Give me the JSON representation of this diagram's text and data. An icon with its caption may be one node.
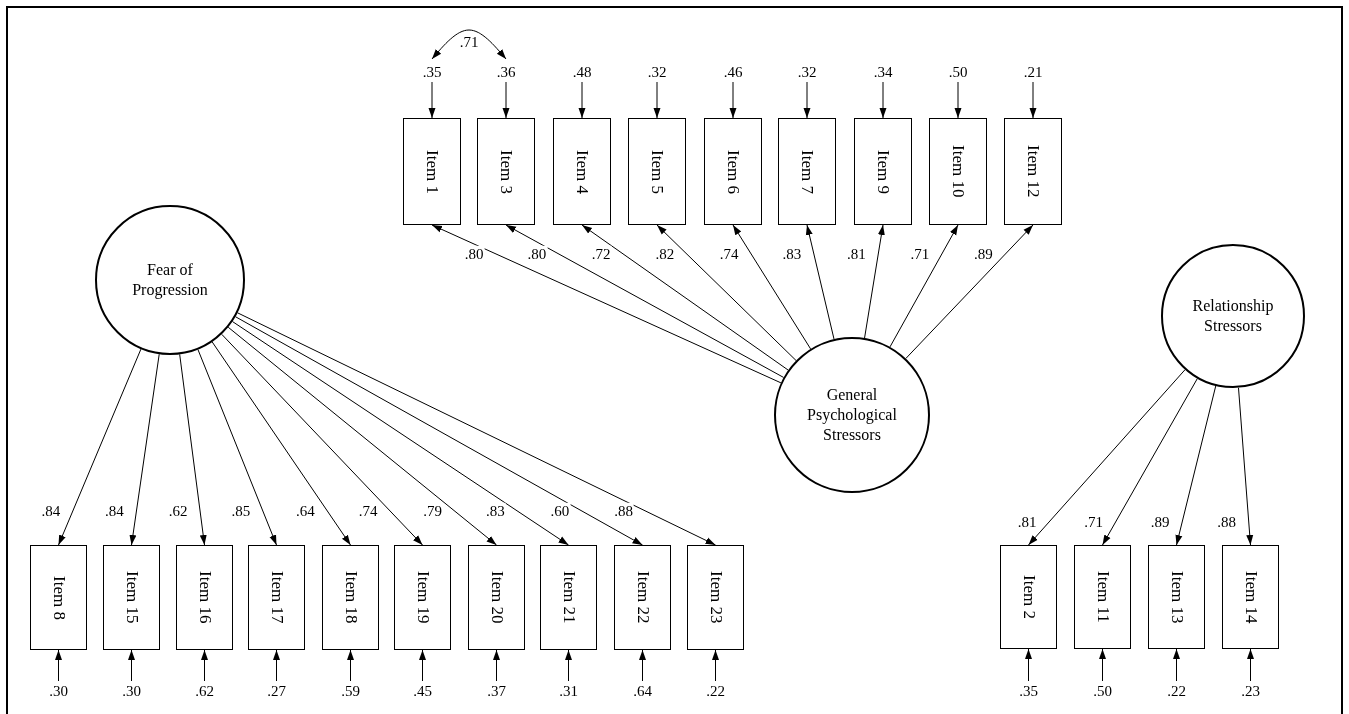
{
  "diagram": {
    "nodes": [
      {
        "text": [
          "Fear of Progression"
        ]
      },
      {
        "text": [
          "General Psychological Stressors"
        ]
      },
      {
        "text": [
          "Relationship Stressors"
        ]
      },
      {
        "text": [
          "Item 1"
        ]
      },
      {
        "text": [
          "Item 3"
        ]
      },
      {
        "text": [
          "Item 4"
        ]
      },
      {
        "text": [
          "Item 5"
        ]
      },
      {
        "text": [
          "Item 6"
        ]
      },
      {
        "text": [
          "Item 7"
        ]
      },
      {
        "text": [
          "Item 9"
        ]
      },
      {
        "text": [
          "Item 10"
        ]
      },
      {
        "text": [
          "Item 12"
        ]
      },
      {
        "text": [
          "Item 8"
        ]
      },
      {
        "text": [
          "Item 15"
        ]
      },
      {
        "text": [
          "Item 16"
        ]
      },
      {
        "text": [
          "Item 17"
        ]
      },
      {
        "text": [
          "Item 18"
        ]
      },
      {
        "text": [
          "Item 19"
        ]
      },
      {
        "text": [
          "Item 20"
        ]
      },
      {
        "text": [
          "Item 21"
        ]
      },
      {
        "text": [
          "Item 22"
        ]
      },
      {
        "text": [
          "Item 23"
        ]
      },
      {
        "text": [
          "Item 2"
        ]
      },
      {
        "text": [
          "Item 11"
        ]
      },
      {
        "text": [
          "Item 13"
        ]
      },
      {
        "text": [
          "Item 14"
        ]
      },
      {
        "text": [
          ".35"
        ]
      },
      {
        "text": [
          ".36"
        ]
      },
      {
        "text": [
          ".48"
        ]
      },
      {
        "text": [
          ".32"
        ]
      },
      {
        "text": [
          ".46"
        ]
      },
      {
        "text": [
          ".32"
        ]
      },
      {
        "text": [
          ".34"
        ]
      },
      {
        "text": [
          ".50"
        ]
      },
      {
        "text": [
          ".21"
        ]
      },
      {
        "text": [
          ".30"
        ]
      },
      {
        "text": [
          ".30"
        ]
      },
      {
        "text": [
          ".62"
        ]
      },
      {
        "text": [
          ".27"
        ]
      },
      {
        "text": [
          ".59"
        ]
      },
      {
        "text": [
          ".45"
        ]
      },
      {
        "text": [
          ".37"
        ]
      },
      {
        "text": [
          ".31"
        ]
      },
      {
        "text": [
          ".64"
        ]
      },
      {
        "text": [
          ".22"
        ]
      },
      {
        "text": [
          ".35"
        ]
      },
      {
        "text": [
          ".50"
        ]
      },
      {
        "text": [
          ".22"
        ]
      },
      {
        "text": [
          ".23"
        ]
      }
    ],
    "edges": [
      {
        "from": 1,
        "to": 3,
        "arrow": "to",
        "label": ".80"
      },
      {
        "from": 1,
        "to": 4,
        "arrow": "to",
        "label": ".80"
      },
      {
        "from": 1,
        "to": 5,
        "arrow": "to",
        "label": ".72"
      },
      {
        "from": 1,
        "to": 6,
        "arrow": "to",
        "label": ".82"
      },
      {
        "from": 1,
        "to": 7,
        "arrow": "to",
        "label": ".74"
      },
      {
        "from": 1,
        "to": 8,
        "arrow": "to",
        "label": ".83"
      },
      {
        "from": 1,
        "to": 9,
        "arrow": "to",
        "label": ".81"
      },
      {
        "from": 1,
        "to": 10,
        "arrow": "to",
        "label": ".71"
      },
      {
        "from": 1,
        "to": 11,
        "arrow": "to",
        "label": ".89"
      },
      {
        "from": 0,
        "to": 12,
        "arrow": "to",
        "label": ".84"
      },
      {
        "from": 0,
        "to": 13,
        "arrow": "to",
        "label": ".84"
      },
      {
        "from": 0,
        "to": 14,
        "arrow": "to",
        "label": ".62"
      },
      {
        "from": 0,
        "to": 15,
        "arrow": "to",
        "label": ".85"
      },
      {
        "from": 0,
        "to": 16,
        "arrow": "to",
        "label": ".64"
      },
      {
        "from": 0,
        "to": 17,
        "arrow": "to",
        "label": ".74"
      },
      {
        "from": 0,
        "to": 18,
        "arrow": "to",
        "label": ".79"
      },
      {
        "from": 0,
        "to": 19,
        "arrow": "to",
        "label": ".83"
      },
      {
        "from": 0,
        "to": 20,
        "arrow": "to",
        "label": ".60"
      },
      {
        "from": 0,
        "to": 21,
        "arrow": "to",
        "label": ".88"
      },
      {
        "from": 2,
        "to": 22,
        "arrow": "to",
        "label": ".81"
      },
      {
        "from": 2,
        "to": 23,
        "arrow": "to",
        "label": ".71"
      },
      {
        "from": 2,
        "to": 24,
        "arrow": "to",
        "label": ".89"
      },
      {
        "from": 2,
        "to": 25,
        "arrow": "to",
        "label": ".88"
      },
      {
        "from": 26,
        "to": 3,
        "arrow": "to"
      },
      {
        "from": 27,
        "to": 4,
        "arrow": "to"
      },
      {
        "from": 28,
        "to": 5,
        "arrow": "to"
      },
      {
        "from": 29,
        "to": 6,
        "arrow": "to"
      },
      {
        "from": 30,
        "to": 7,
        "arrow": "to"
      },
      {
        "from": 31,
        "to": 8,
        "arrow": "to"
      },
      {
        "from": 32,
        "to": 9,
        "arrow": "to"
      },
      {
        "from": 33,
        "to": 10,
        "arrow": "to"
      },
      {
        "from": 34,
        "to": 11,
        "arrow": "to"
      },
      {
        "from": 35,
        "to": 12,
        "arrow": "to"
      },
      {
        "from": 36,
        "to": 13,
        "arrow": "to"
      },
      {
        "from": 37,
        "to": 14,
        "arrow": "to"
      },
      {
        "from": 38,
        "to": 15,
        "arrow": "to"
      },
      {
        "from": 39,
        "to": 16,
        "arrow": "to"
      },
      {
        "from": 40,
        "to": 17,
        "arrow": "to"
      },
      {
        "from": 41,
        "to": 18,
        "arrow": "to"
      },
      {
        "from": 42,
        "to": 19,
        "arrow": "to"
      },
      {
        "from": 43,
        "to": 20,
        "arrow": "to"
      },
      {
        "from": 44,
        "to": 21,
        "arrow": "to"
      },
      {
        "from": 45,
        "to": 22,
        "arrow": "to"
      },
      {
        "from": 46,
        "to": 23,
        "arrow": "to"
      },
      {
        "from": 47,
        "to": 24,
        "arrow": "to"
      },
      {
        "from": 48,
        "to": 25,
        "arrow": "to"
      },
      {
        "from": 26,
        "to": 27,
        "arrow": "both",
        "label": ".71"
      }
    ]
  }
}
